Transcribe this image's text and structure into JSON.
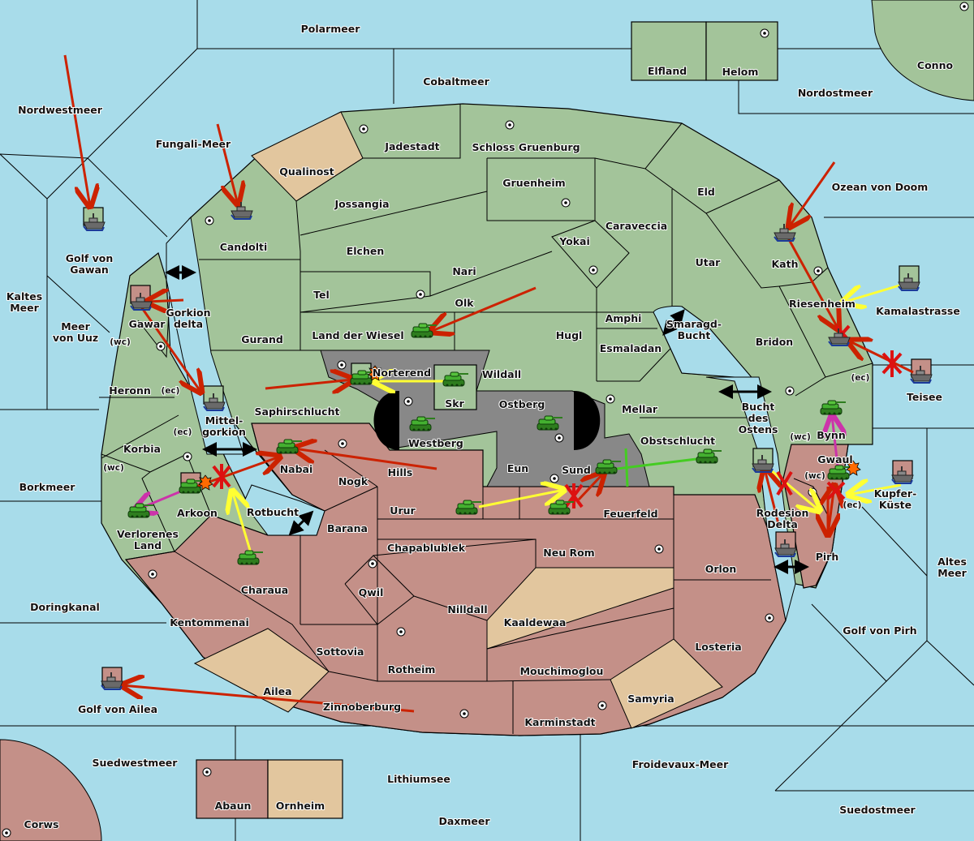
{
  "map": {
    "title": "Diplomacy map",
    "colors": {
      "sea": "#a8dcea",
      "green_power": "#a3c49a",
      "red_power": "#c49088",
      "neutral": "#e2c69e",
      "impassable": "#888888",
      "move_order": "#cc2200",
      "support_order": "#ffff33",
      "convoy_order": "#cc33aa",
      "hold_order": "#44cc22"
    },
    "sea_labels": [
      "Polarmeer",
      "Cobaltmeer",
      "Nordwestmeer",
      "Fungali-Meer",
      "Nordostmeer",
      "Ozean von Doom",
      "Golf von Gawan",
      "Kaltes Meer",
      "Meer von Uuz",
      "Gorkion delta",
      "Mittel-gorkion",
      "Borkmeer",
      "Rotbucht",
      "Smaragd-Bucht",
      "Bucht des Ostens",
      "Kamalastrasse",
      "Teisee",
      "Kupfer-Küste",
      "Rodesion Delta",
      "Altes Meer",
      "Golf von Pirh",
      "Doringkanal",
      "Golf von Ailea",
      "Suedwestmeer",
      "Lithiumsee",
      "Daxmeer",
      "Froidevaux-Meer",
      "Suedostmeer"
    ],
    "land_labels": [
      "Elfland",
      "Helom",
      "Conno",
      "Qualinost",
      "Jadestadt",
      "Schloss Gruenburg",
      "Gruenheim",
      "Jossangia",
      "Elchen",
      "Candolti",
      "Eld",
      "Caraveccia",
      "Yokai",
      "Nari",
      "Utar",
      "Kath",
      "Tel",
      "Olk",
      "Gurand",
      "Land der Wiesel",
      "Amphi",
      "Hugl",
      "Esmaladan",
      "Riesenheim",
      "Bridon",
      "Gawar",
      "Heronn",
      "Norterend",
      "Wildall",
      "Skr",
      "Ostberg",
      "Westberg",
      "Mellar",
      "Saphirschlucht",
      "Obstschlucht",
      "Bynn",
      "Korbia",
      "Nabai",
      "Hills",
      "Eun",
      "Sund",
      "Gwaul",
      "Arkoon",
      "Verlorenes Land",
      "Nogk",
      "Urur",
      "Feuerfeld",
      "Barana",
      "Chapablublek",
      "Neu Rom",
      "Orlon",
      "Pirh",
      "Charaua",
      "Qwil",
      "Nilldall",
      "Kaaldewaa",
      "Kentommenai",
      "Sottovia",
      "Rotheim",
      "Losteria",
      "Mouchimoglou",
      "Ailea",
      "Samyria",
      "Zinnoberburg",
      "Karminstadt",
      "Abaun",
      "Ornheim",
      "Corws"
    ],
    "coast_labels": [
      "(wc)",
      "(ec)",
      "(ec)",
      "(wc)",
      "(ec)",
      "(wc)",
      "(wc)",
      "(ec)"
    ],
    "units": [
      {
        "type": "fleet",
        "location": "Golf von Gawan",
        "power": "green"
      },
      {
        "type": "fleet",
        "location": "Candolti",
        "power": "green"
      },
      {
        "type": "fleet",
        "location": "Gawar",
        "power": "red"
      },
      {
        "type": "fleet",
        "location": "Mittel-gorkion",
        "power": "green"
      },
      {
        "type": "army",
        "location": "Land der Wiesel",
        "power": "green"
      },
      {
        "type": "army",
        "location": "Norterend",
        "power": "green"
      },
      {
        "type": "army",
        "location": "Skr",
        "power": "green"
      },
      {
        "type": "army",
        "location": "Westberg",
        "power": "green"
      },
      {
        "type": "army",
        "location": "Ostberg",
        "power": "green"
      },
      {
        "type": "army",
        "location": "Sund",
        "power": "green"
      },
      {
        "type": "army",
        "location": "Obstschlucht",
        "power": "green"
      },
      {
        "type": "army",
        "location": "Urur",
        "power": "green"
      },
      {
        "type": "army",
        "location": "Feuerfeld",
        "power": "green"
      },
      {
        "type": "army",
        "location": "Nabai",
        "power": "green",
        "dislodged": true
      },
      {
        "type": "army",
        "location": "Arkoon",
        "power": "red"
      },
      {
        "type": "army",
        "location": "Verlorenes Land",
        "power": "green"
      },
      {
        "type": "army",
        "location": "Charaua",
        "power": "green"
      },
      {
        "type": "fleet",
        "location": "Kath",
        "power": "green"
      },
      {
        "type": "fleet",
        "location": "Kamalastrasse",
        "power": "green"
      },
      {
        "type": "fleet",
        "location": "Riesenheim",
        "power": "green",
        "dislodged": true
      },
      {
        "type": "fleet",
        "location": "Teisee",
        "power": "red"
      },
      {
        "type": "army",
        "location": "Bynn",
        "power": "green"
      },
      {
        "type": "army",
        "location": "Gwaul",
        "power": "green"
      },
      {
        "type": "fleet",
        "location": "Bucht des Ostens",
        "power": "green"
      },
      {
        "type": "fleet",
        "location": "Kupfer-Küste",
        "power": "red"
      },
      {
        "type": "fleet",
        "location": "Rodesion Delta",
        "power": "red"
      },
      {
        "type": "fleet",
        "location": "Golf von Ailea",
        "power": "red"
      }
    ]
  }
}
